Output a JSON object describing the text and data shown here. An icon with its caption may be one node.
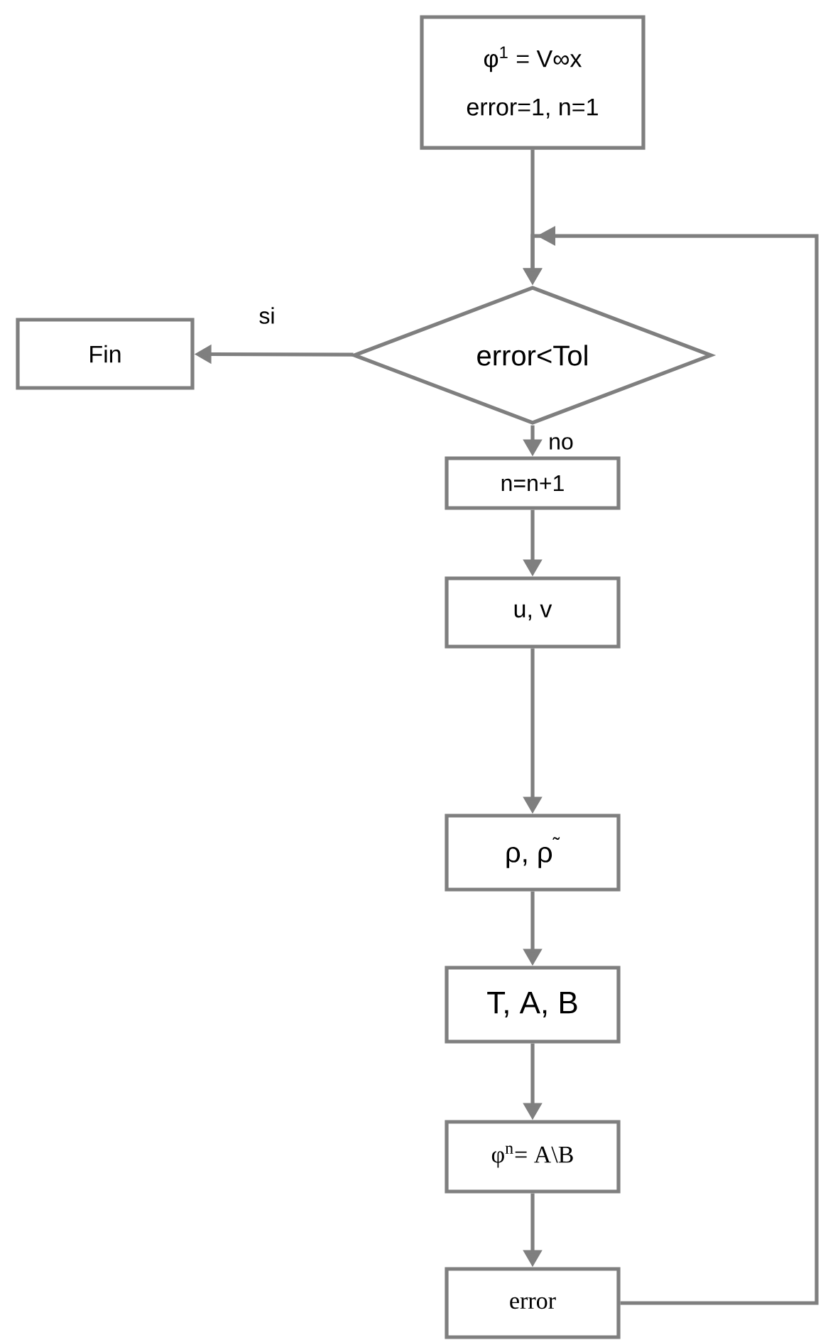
{
  "diagram": {
    "nodes": [
      {
        "text": [
          "φ$^{1}$ = V∞x",
          "error=1, n=1"
        ]
      },
      {
        "text": [
          "error<Tol"
        ]
      },
      {
        "text": [
          "Fin"
        ]
      },
      {
        "text": [
          "n=n+1"
        ]
      },
      {
        "text": [
          "u, v"
        ]
      },
      {
        "text": [
          "ρ, ρ$^{˜}$"
        ]
      },
      {
        "text": [
          "T, A, B"
        ]
      },
      {
        "text": [
          "φ$^{n}$= A\\B"
        ]
      },
      {
        "text": [
          "error"
        ]
      }
    ],
    "edges": [
      {
        "from": 0,
        "to": 1,
        "arrow": "to"
      },
      {
        "from": 1,
        "to": 2,
        "arrow": "to",
        "label": "si"
      },
      {
        "from": 1,
        "to": 3,
        "arrow": "to",
        "label": "no"
      },
      {
        "from": 3,
        "to": 4,
        "arrow": "to"
      },
      {
        "from": 4,
        "to": 5,
        "arrow": "to"
      },
      {
        "from": 5,
        "to": 6,
        "arrow": "to"
      },
      {
        "from": 6,
        "to": 7,
        "arrow": "to"
      },
      {
        "from": 7,
        "to": 8,
        "arrow": "to"
      },
      {
        "from": 8,
        "to": 1,
        "arrow": "to"
      }
    ]
  }
}
